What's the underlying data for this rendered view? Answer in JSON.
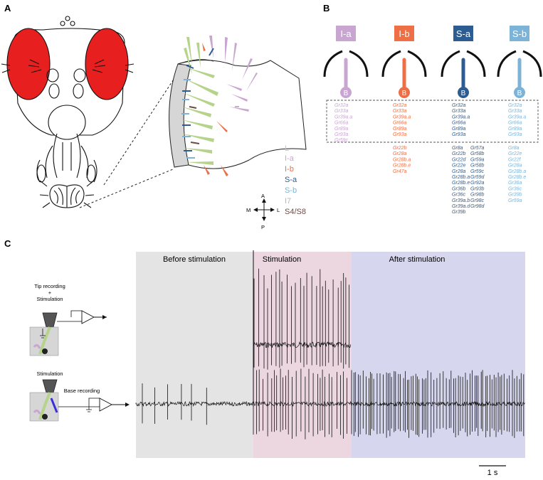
{
  "panels": {
    "a": "A",
    "b": "B",
    "c": "C"
  },
  "legend": [
    {
      "label": "L",
      "color": "#b5d38a"
    },
    {
      "label": "I-a",
      "color": "#c9a6d2"
    },
    {
      "label": "I-b",
      "color": "#ee6f45"
    },
    {
      "label": "S-a",
      "color": "#2d5c93"
    },
    {
      "label": "S-b",
      "color": "#7db3d6"
    },
    {
      "label": "I7",
      "color": "#b9b9b9"
    },
    {
      "label": "S4/S8",
      "color": "#6e4a46"
    }
  ],
  "compass": {
    "a": "A",
    "p": "P",
    "m": "M",
    "l": "L"
  },
  "sensilla": [
    {
      "title": "I-a",
      "neuron": "B",
      "color": "#c9a6d2",
      "genes_common": [
        "Gr32a",
        "Gr33a",
        "Gr39a.a",
        "Gr66a",
        "Gr89a",
        "Gr93a",
        "Gr59c"
      ],
      "genes_extra_left": [],
      "genes_extra_right": []
    },
    {
      "title": "I-b",
      "neuron": "B",
      "color": "#ee6f45",
      "genes_common": [
        "Gr32a",
        "Gr33a",
        "Gr39a.a",
        "Gr66a",
        "Gr89a",
        "Gr93a"
      ],
      "genes_extra_left": [
        "Gr22b",
        "Gr28a",
        "Gr28b.a",
        "Gr28b.e",
        "Gr47a"
      ],
      "genes_extra_right": []
    },
    {
      "title": "S-a",
      "neuron": "B",
      "color": "#2d5c93",
      "genes_common": [
        "Gr32a",
        "Gr33a",
        "Gr39a.a",
        "Gr66a",
        "Gr89a",
        "Gr93a"
      ],
      "genes_extra_left": [
        "Gr8a",
        "Gr22b",
        "Gr22d",
        "Gr22e",
        "Gr28a",
        "Gr28b.a",
        "Gr28b.e",
        "Gr36b",
        "Gr36c",
        "Gr39a.b",
        "Gr39a.d",
        "Gr39b"
      ],
      "genes_extra_right": [
        "Gr57a",
        "Gr58b",
        "Gr59a",
        "Gr58b",
        "Gr59c",
        "Gr59d",
        "Gr92a",
        "Gr93b",
        "Gr98b",
        "Gr98c",
        "Gr98d"
      ]
    },
    {
      "title": "S-b",
      "neuron": "B",
      "color": "#7db3d6",
      "genes_common": [
        "Gr32a",
        "Gr33a",
        "Gr39a.a",
        "Gr66a",
        "Gr89a",
        "Gr93a"
      ],
      "genes_extra_left": [
        "Gr8a",
        "Gr22e",
        "Gr22f",
        "Gr28a",
        "Gr28b.a",
        "Gr28b.e",
        "Gr36a",
        "Gr36c",
        "Gr39b",
        "Gr59a"
      ],
      "genes_extra_right": []
    }
  ],
  "recording": {
    "segments": [
      "Before stimulation",
      "Stimulation",
      "After stimulation"
    ],
    "tip_label": [
      "Tip recording",
      "+",
      "Stimulation"
    ],
    "base_label_top": "Stimulation",
    "base_label": "Base recording",
    "scale": "1 s",
    "colors": {
      "before": "#e4e4e4",
      "stim": "#ecd6df",
      "after": "#d6d7ee"
    }
  }
}
